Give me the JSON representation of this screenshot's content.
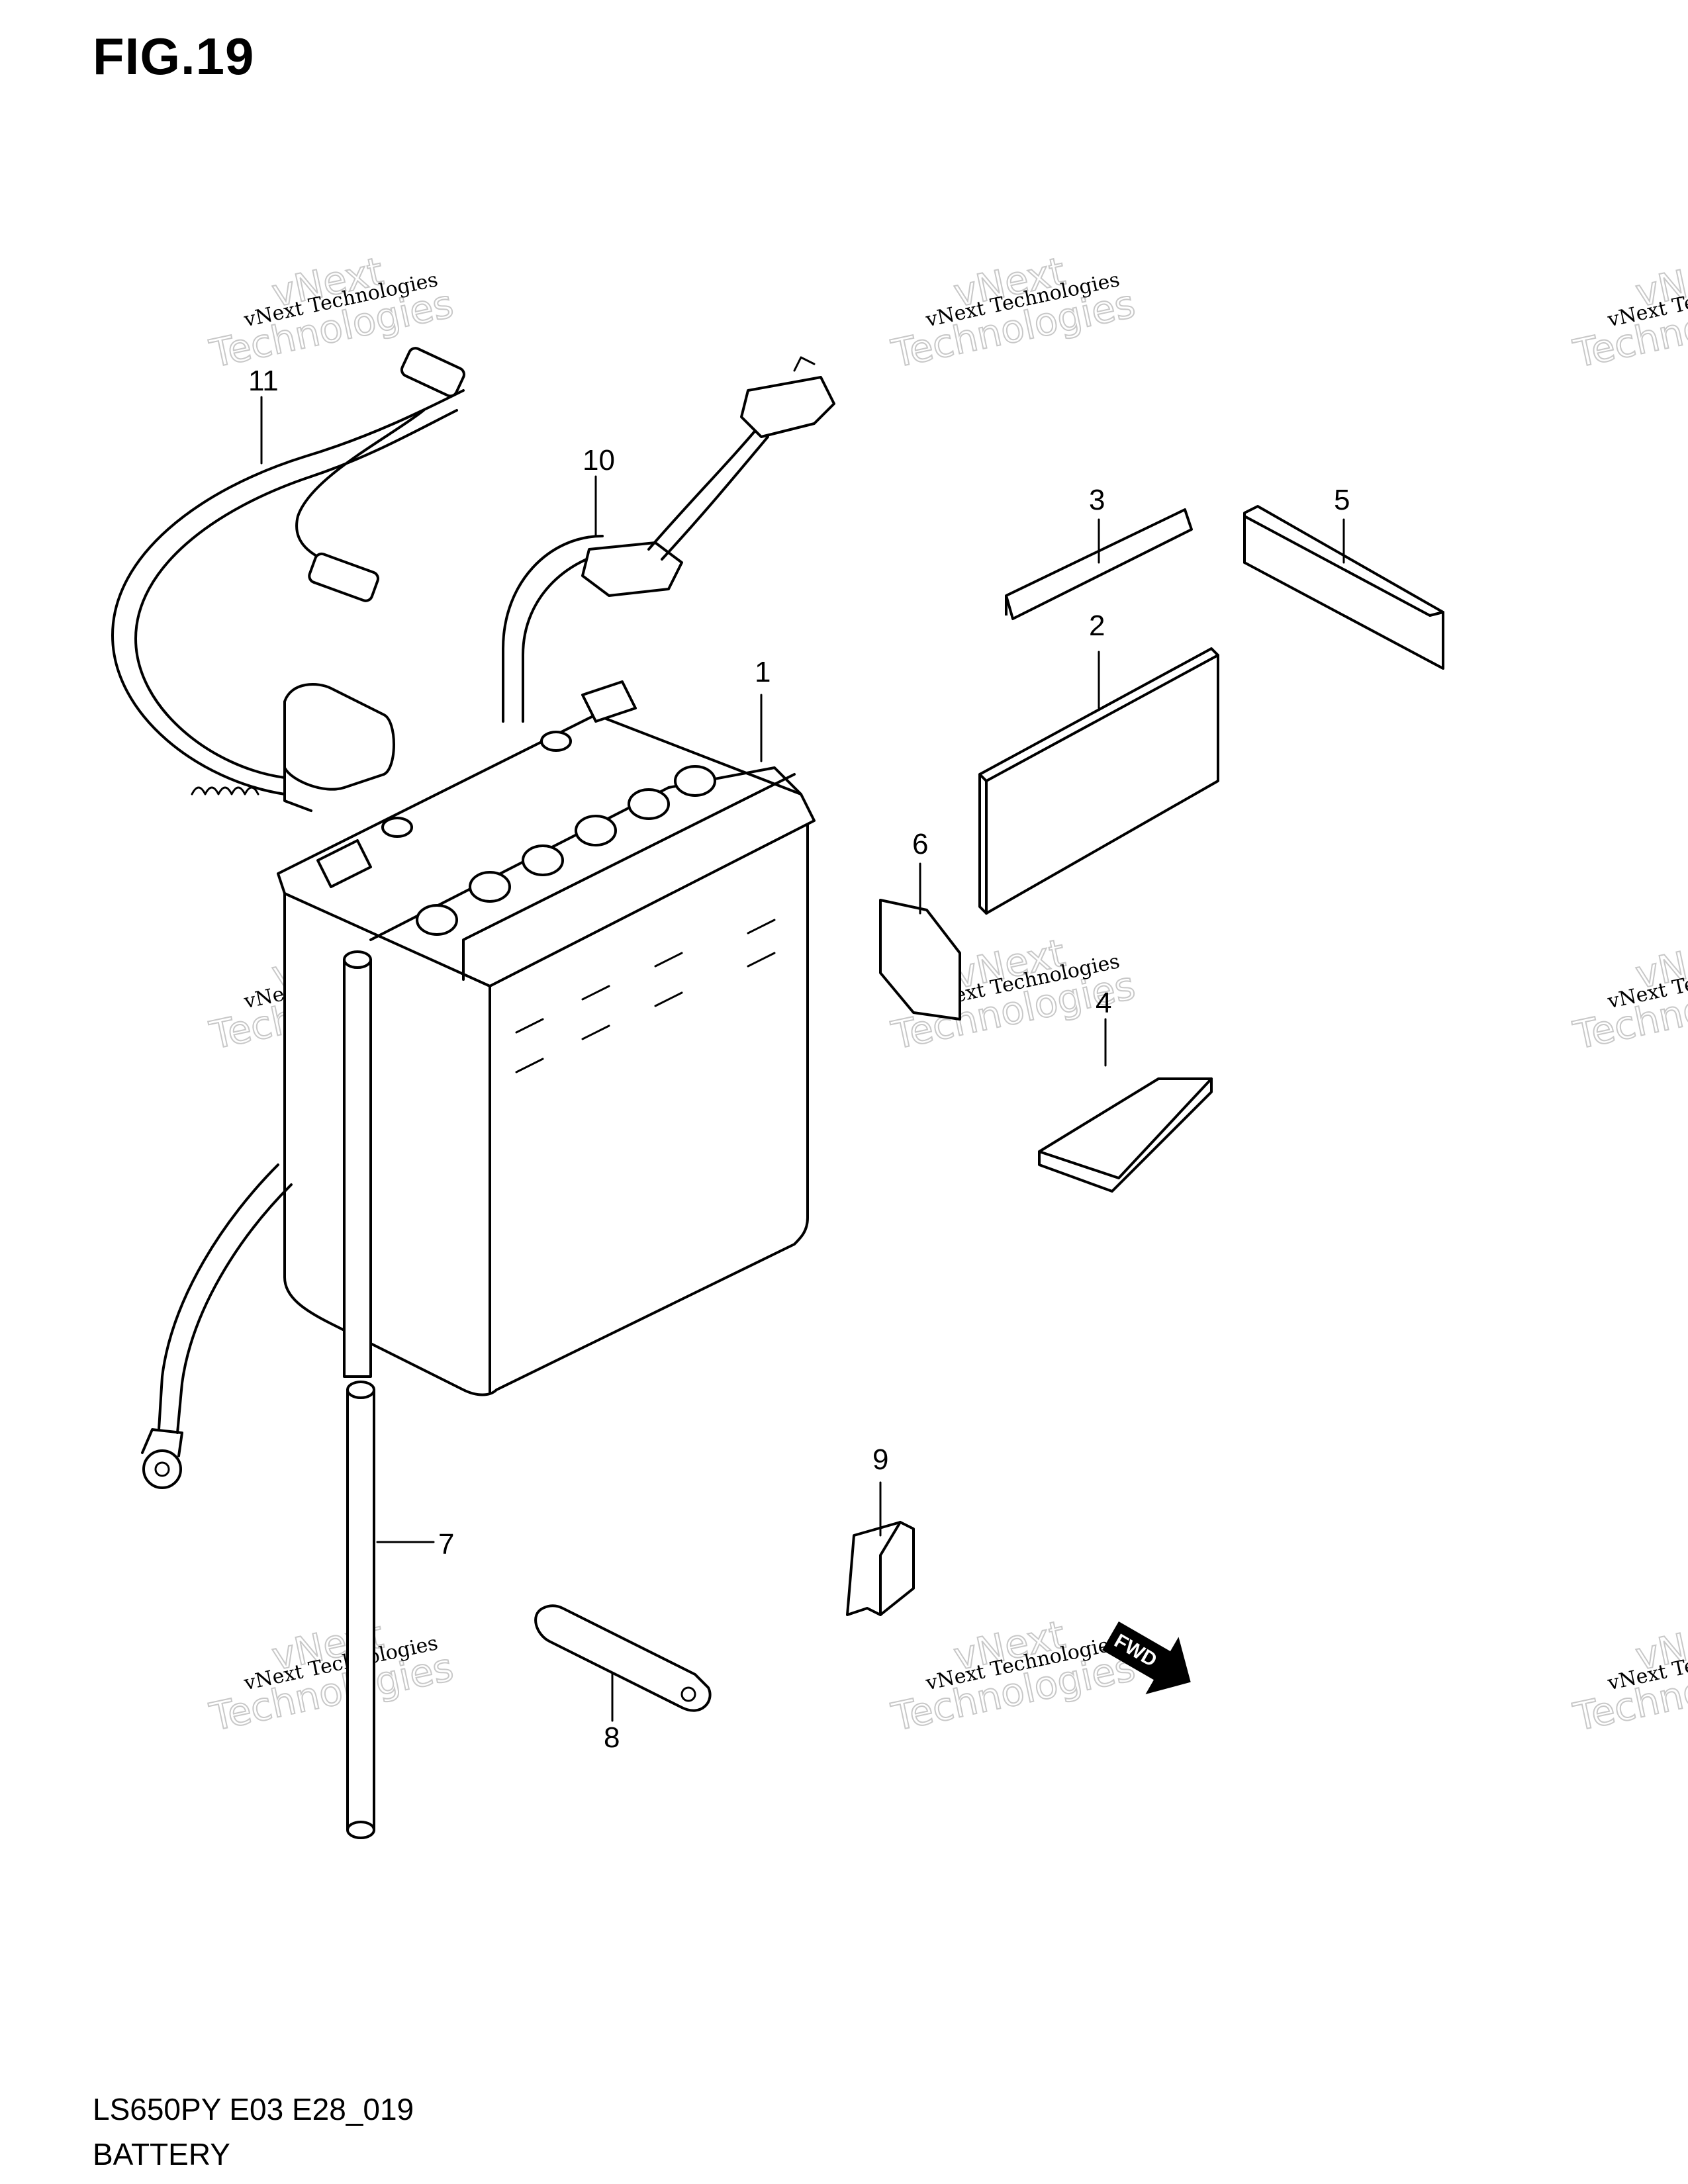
{
  "figure": {
    "title": "FIG.19"
  },
  "footer": {
    "model_code": "LS650PY E03 E28_019",
    "section_name": "BATTERY"
  },
  "callouts": [
    "1",
    "2",
    "3",
    "4",
    "5",
    "6",
    "7",
    "8",
    "9",
    "10",
    "11"
  ],
  "fwd_marker": "FWD",
  "watermark": {
    "line1": "vNext Technologies",
    "line2": "vNext",
    "line3": "Technologies"
  }
}
